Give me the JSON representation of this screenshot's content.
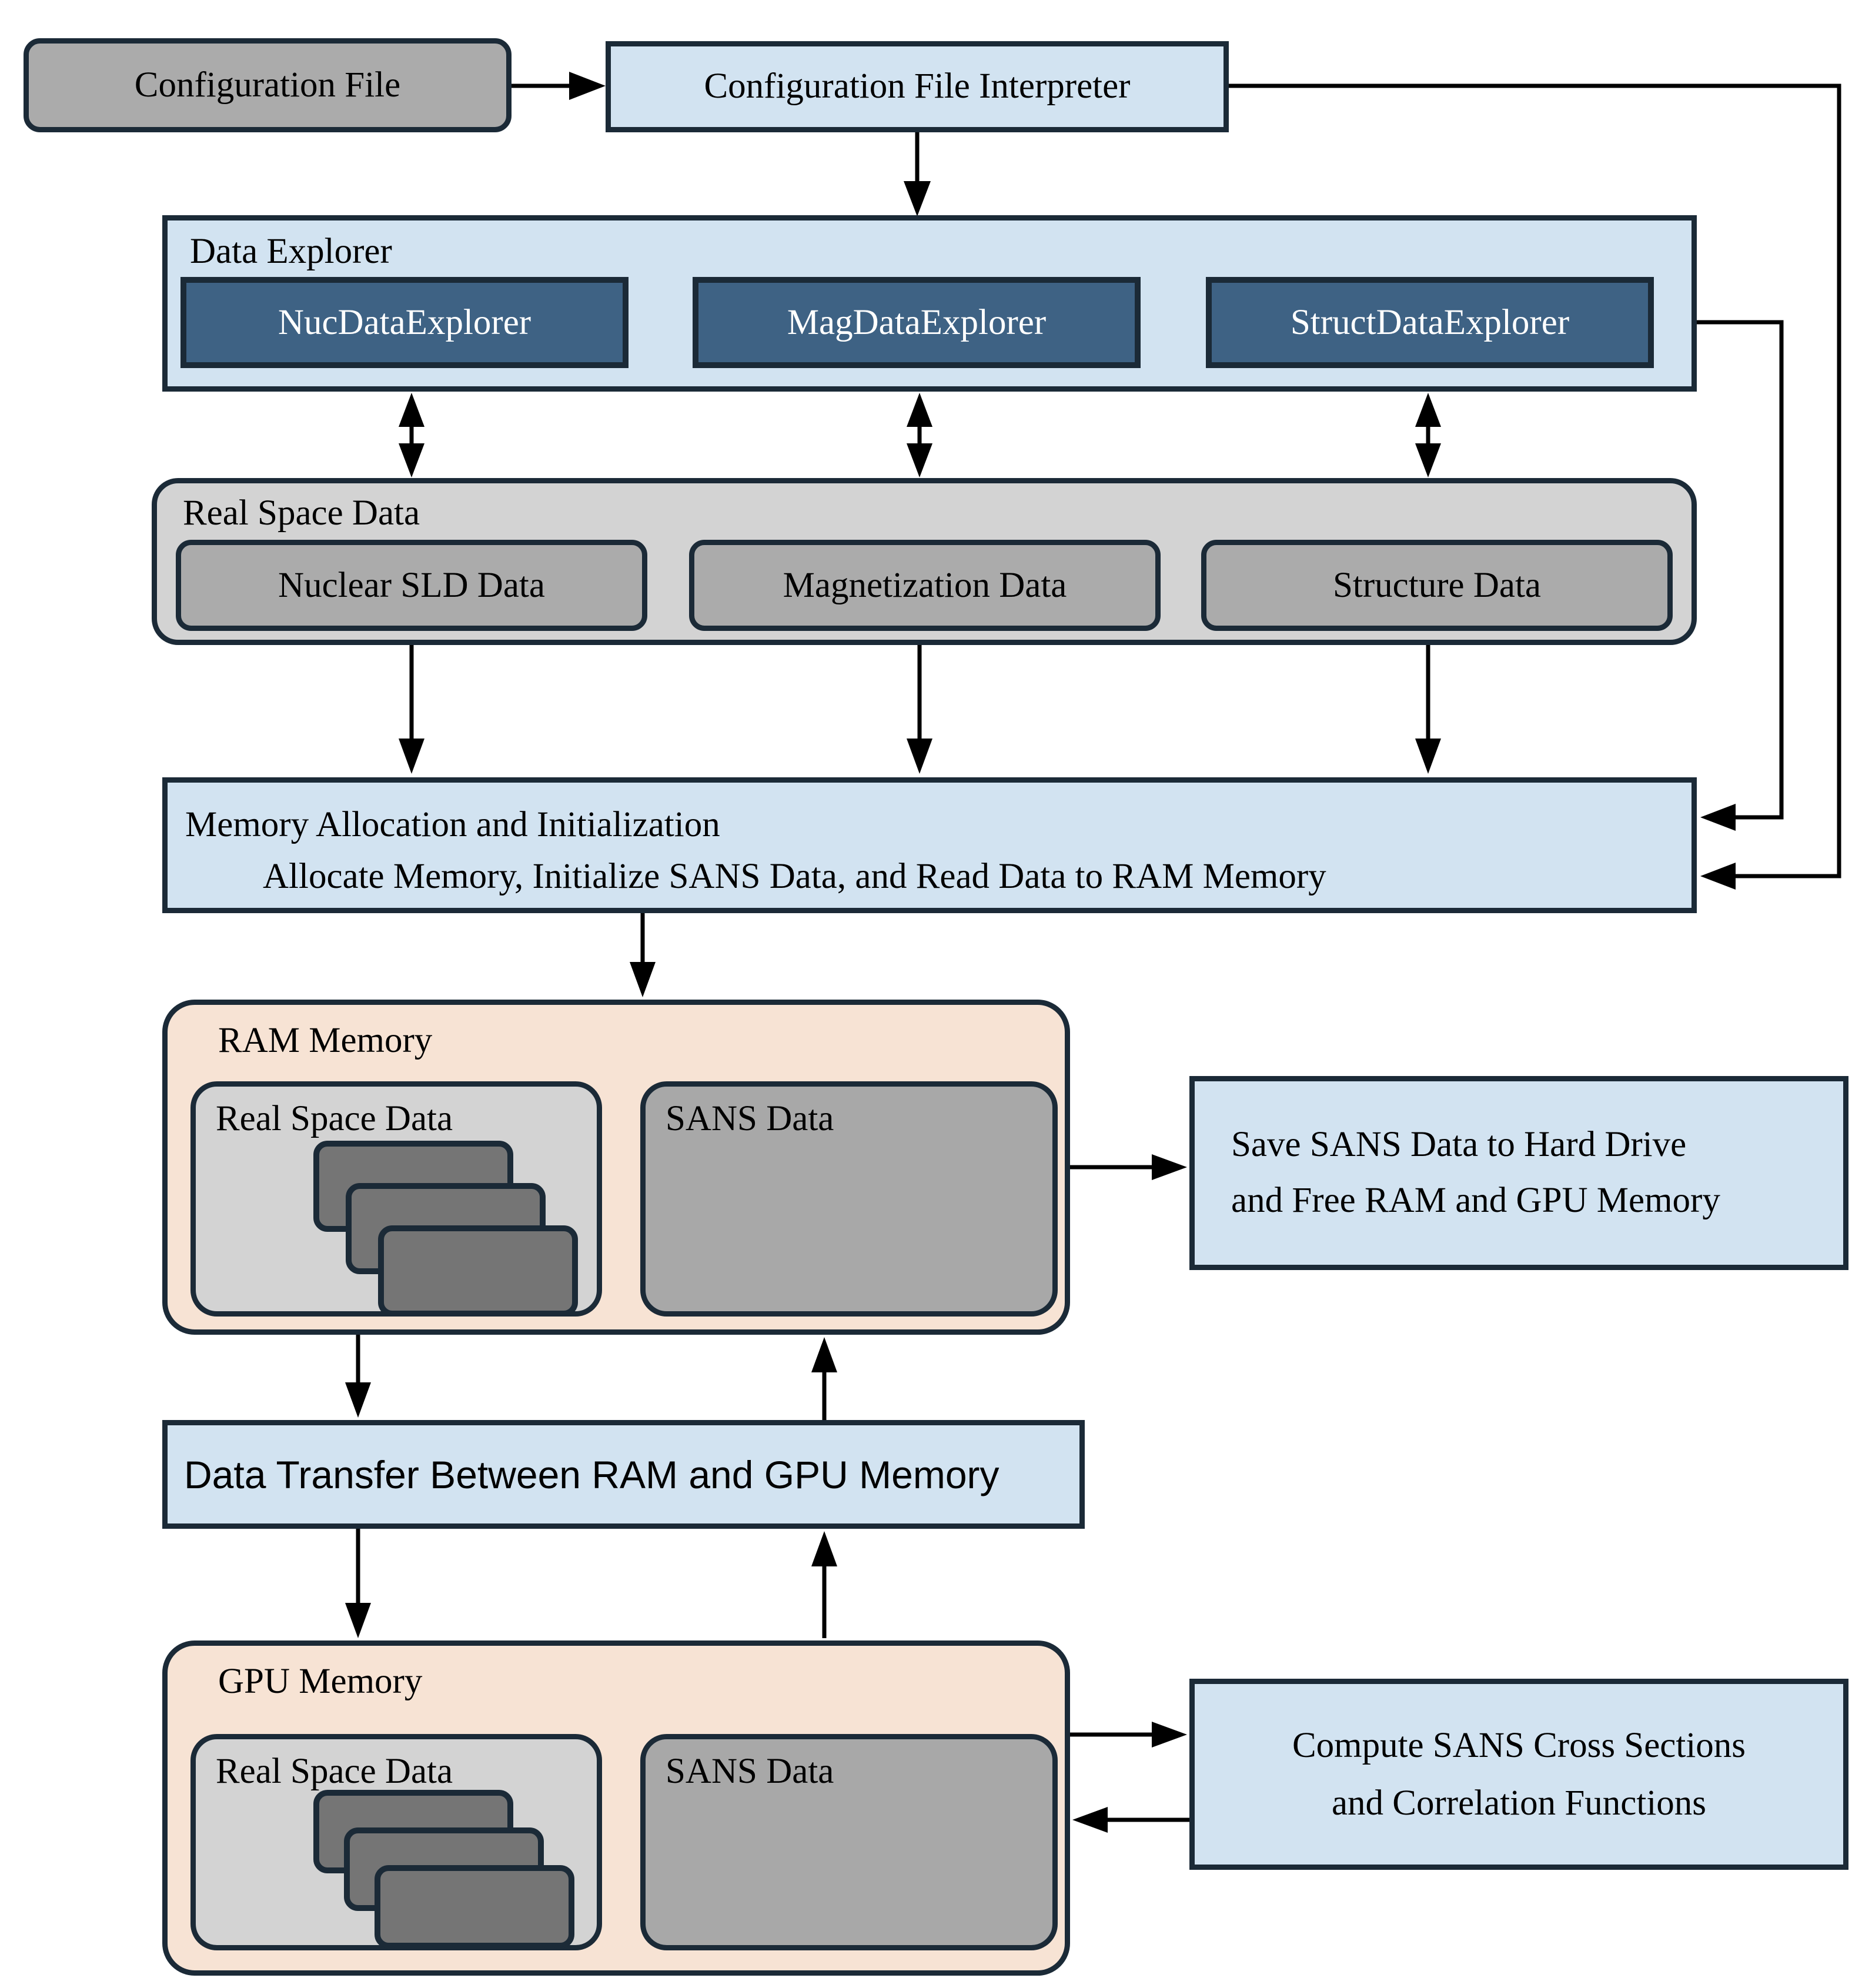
{
  "diagram": {
    "config_file": "Configuration File",
    "interpreter": "Configuration File Interpreter",
    "data_explorer": {
      "title": "Data Explorer",
      "items": [
        "NucDataExplorer",
        "MagDataExplorer",
        "StructDataExplorer"
      ]
    },
    "real_space_data": {
      "title": "Real Space Data",
      "items": [
        "Nuclear SLD Data",
        "Magnetization Data",
        "Structure Data"
      ]
    },
    "memory_allocation": {
      "line1": "Memory Allocation and Initialization",
      "line2": "Allocate Memory, Initialize SANS Data, and Read Data to RAM Memory"
    },
    "ram_memory": {
      "title": "RAM Memory",
      "real_space_data": "Real Space Data",
      "sans_data": "SANS Data"
    },
    "save_box": {
      "line1": "Save SANS Data to Hard Drive",
      "line2": "and Free RAM and GPU Memory"
    },
    "data_transfer": "Data Transfer Between RAM and GPU Memory",
    "gpu_memory": {
      "title": "GPU Memory",
      "real_space_data": "Real Space Data",
      "sans_data": "SANS Data"
    },
    "compute_box": {
      "line1": "Compute SANS Cross Sections",
      "line2": "and Correlation Functions"
    }
  },
  "colors": {
    "border_dark": "#1b2a37",
    "light_blue": "#d2e3f1",
    "navy": "#3e6284",
    "container_gray": "#d3d3d3",
    "box_gray": "#ababab",
    "sans_gray": "#a8a8a8",
    "stack_gray": "#757575",
    "peach": "#f7e3d4",
    "arrow_black": "#000000"
  }
}
